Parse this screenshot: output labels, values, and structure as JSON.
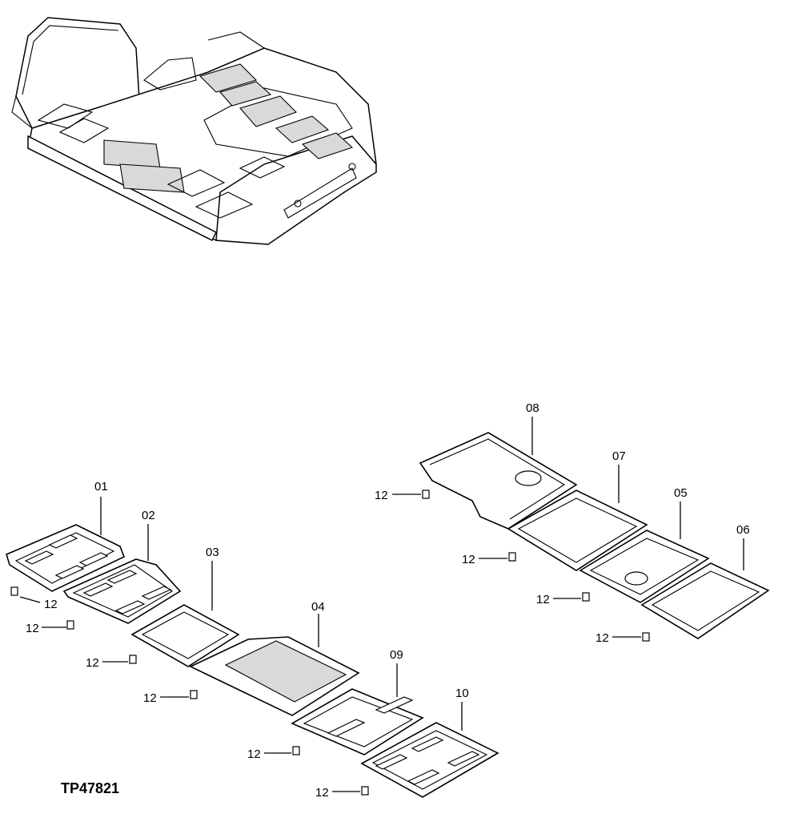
{
  "figure": {
    "reference_code": "TP47821"
  },
  "callouts": {
    "c01": "01",
    "c02": "02",
    "c03": "03",
    "c04": "04",
    "c05": "05",
    "c06": "06",
    "c07": "07",
    "c08": "08",
    "c09": "09",
    "c10": "10",
    "bolt": "12"
  }
}
